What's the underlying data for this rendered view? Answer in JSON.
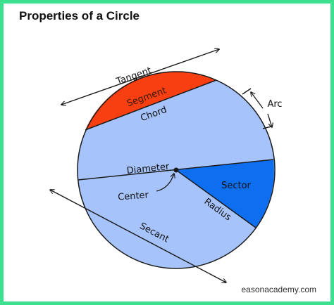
{
  "title": "Properties of a Circle",
  "footer": "easonacademy.com",
  "labels": {
    "tangent": "Tangent",
    "segment": "Segment",
    "chord": "Chord",
    "arc": "Arc",
    "diameter": "Diameter",
    "sector": "Sector",
    "center": "Center",
    "radius": "Radius",
    "secant": "Secant"
  },
  "colors": {
    "circle_fill": "#a6c4fb",
    "segment_fill": "#f73f12",
    "sector_fill": "#0d6ff0",
    "outline": "#1a1a1a",
    "border": "#3ce08f"
  }
}
